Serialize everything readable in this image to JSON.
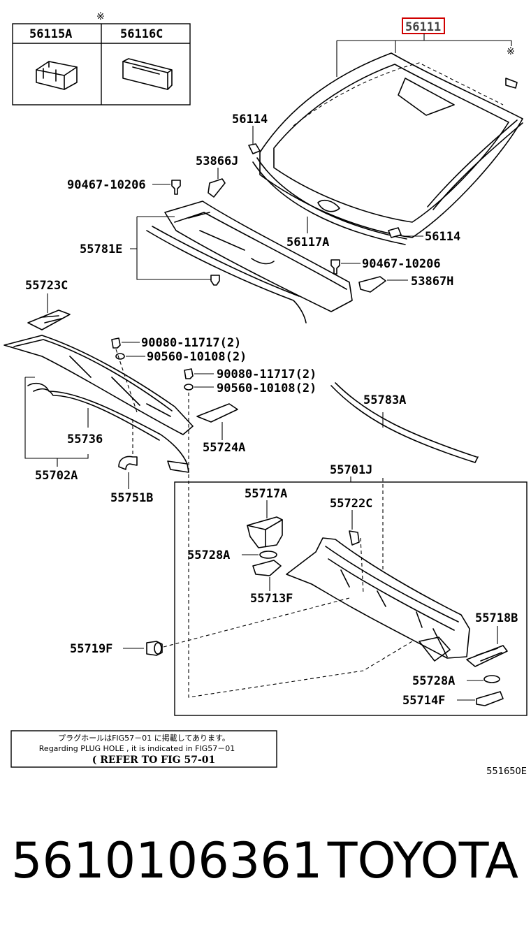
{
  "labels": {
    "p56115A": "56115A",
    "p56116C": "56116C",
    "p56111": "56111",
    "p56114a": "56114",
    "p56114b": "56114",
    "p53866J": "53866J",
    "p90467a": "90467-10206",
    "p90467b": "90467-10206",
    "p55781E": "55781E",
    "p56117A": "56117A",
    "p53867H": "53867H",
    "p55723C": "55723C",
    "p90080a": "90080-11717(2)",
    "p90560a": "90560-10108(2)",
    "p90080b": "90080-11717(2)",
    "p90560b": "90560-10108(2)",
    "p55783A": "55783A",
    "p55736": "55736",
    "p55724A": "55724A",
    "p55702A": "55702A",
    "p55701J": "55701J",
    "p55751B": "55751B",
    "p55717A": "55717A",
    "p55722C": "55722C",
    "p55728Aa": "55728A",
    "p55713F": "55713F",
    "p55718B": "55718B",
    "p55719F": "55719F",
    "p55728Ab": "55728A",
    "p55714F": "55714F"
  },
  "marks": {
    "ref_mark_top": "※",
    "ref_mark_glass": "※"
  },
  "note": {
    "line_jp": "プラグホールはFIG57－01 に掲載してあります。",
    "line_en": "Regarding PLUG HOLE , it is indicated in FIG57－01",
    "line_ref": "( REFER TO FIG 57-01"
  },
  "figure_id": "551650E",
  "part_number": "5610106361",
  "brand": "TOYOTA",
  "highlight_color": "#d00000"
}
